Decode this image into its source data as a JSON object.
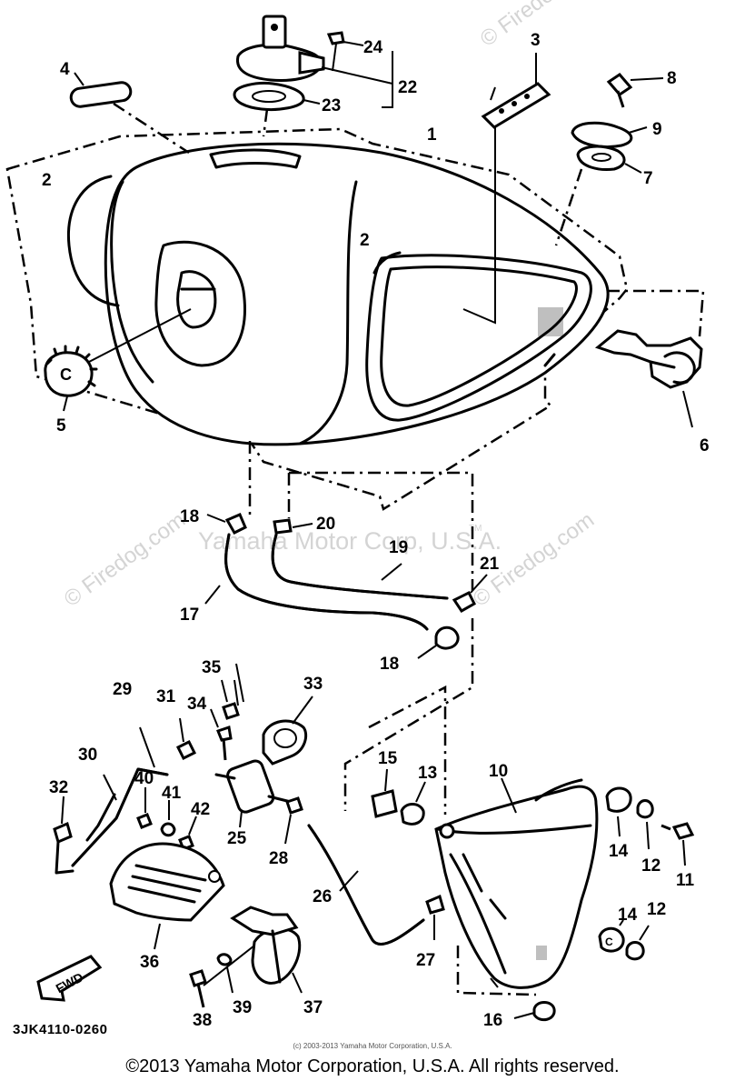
{
  "watermarks": {
    "side_left": "© Firedog.com",
    "side_right": "© Firedog.com",
    "top_right": "© Firedog",
    "center": "Yamaha Motor Corp, U.S.A.",
    "tm": "TM"
  },
  "diagram_code": "3JK4110-0260",
  "small_copyright": "(c) 2003-2013 Yamaha Motor Corporation, U.S.A.",
  "footer_copyright": "©2013 Yamaha Motor Corporation, U.S.A. All rights reserved.",
  "fwd_label": "FWD",
  "callouts": {
    "c1": "1",
    "c2a": "2",
    "c2b": "2",
    "c3": "3",
    "c4": "4",
    "c5": "5",
    "c6": "6",
    "c7": "7",
    "c8": "8",
    "c9": "9",
    "c10": "10",
    "c11": "11",
    "c12a": "12",
    "c12b": "12",
    "c13": "13",
    "c14a": "14",
    "c14b": "14",
    "c15": "15",
    "c16": "16",
    "c17": "17",
    "c18a": "18",
    "c18b": "18",
    "c19": "19",
    "c20": "20",
    "c21": "21",
    "c22": "22",
    "c23": "23",
    "c24": "24",
    "c25": "25",
    "c26": "26",
    "c27": "27",
    "c28": "28",
    "c29": "29",
    "c30": "30",
    "c31": "31",
    "c32": "32",
    "c33": "33",
    "c34": "34",
    "c35": "35",
    "c36": "36",
    "c37": "37",
    "c38": "38",
    "c39": "39",
    "c40": "40",
    "c41": "41",
    "c42": "42"
  }
}
